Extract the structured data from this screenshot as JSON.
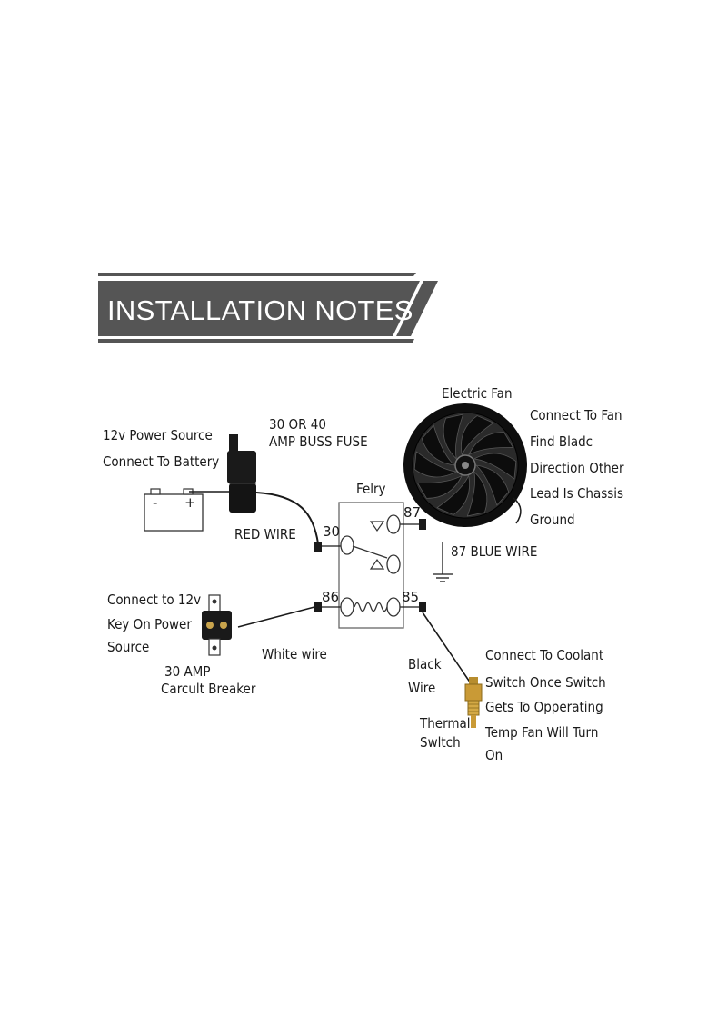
{
  "header": {
    "title": "INSTALLATION NOTES"
  },
  "labels": {
    "power_source_1": "12v Power Source",
    "power_source_2": "Connect To Battery",
    "fuse_1": "30 OR 40",
    "fuse_2": "AMP BUSS FUSE",
    "red_wire": "RED WIRE",
    "relay": "Felry",
    "pin_87": "87",
    "pin_30": "30",
    "pin_86": "86",
    "pin_85": "85",
    "blue_wire": "87 BLUE WIRE",
    "fan": "Electric Fan",
    "fan_note_1": "Connect To Fan",
    "fan_note_2": "Find Bladc",
    "fan_note_3": "Direction Other",
    "fan_note_4": "Lead Is Chassis",
    "fan_note_5": "Ground",
    "key_1": "Connect to 12v",
    "key_2": "Key On Power",
    "key_3": "Source",
    "breaker_1": "30 AMP",
    "breaker_2": "Carcult Breaker",
    "white_wire": "White wire",
    "black_wire_1": "Black",
    "black_wire_2": "Wire",
    "thermal_1": "Thermal",
    "thermal_2": "Swltch",
    "coolant_1": "Connect To Coolant",
    "coolant_2": "Switch Once Switch",
    "coolant_3": "Gets To Opperating",
    "coolant_4": "Temp Fan Will Turn",
    "coolant_5": "On",
    "battery_minus": "-",
    "battery_plus": "+"
  },
  "colors": {
    "banner": "#555555",
    "ink": "#1a1a1a",
    "fan_dark": "#111111"
  }
}
